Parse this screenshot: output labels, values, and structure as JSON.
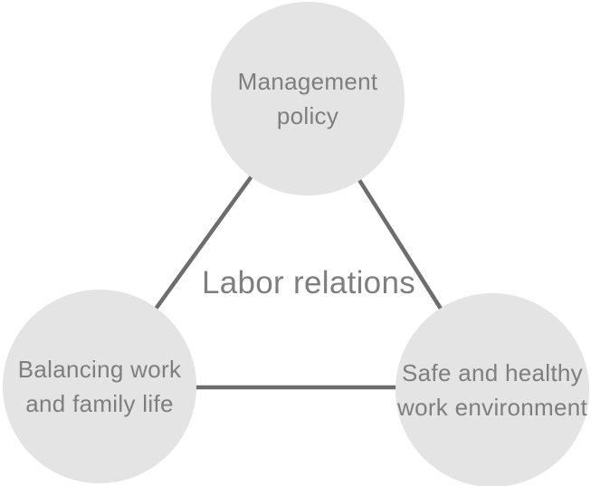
{
  "diagram": {
    "center_label": "Labor relations",
    "nodes": [
      {
        "id": "management-policy",
        "line1": "Management",
        "line2": "policy"
      },
      {
        "id": "work-family-balance",
        "line1": "Balancing work",
        "line2": "and family life"
      },
      {
        "id": "safe-environment",
        "line1": "Safe and healthy",
        "line2": "work environment"
      }
    ],
    "colors": {
      "background": "#ffffff",
      "circle_fill": "#e4e4e4",
      "text": "#7e7e7e",
      "line": "#6d6d6d"
    }
  }
}
